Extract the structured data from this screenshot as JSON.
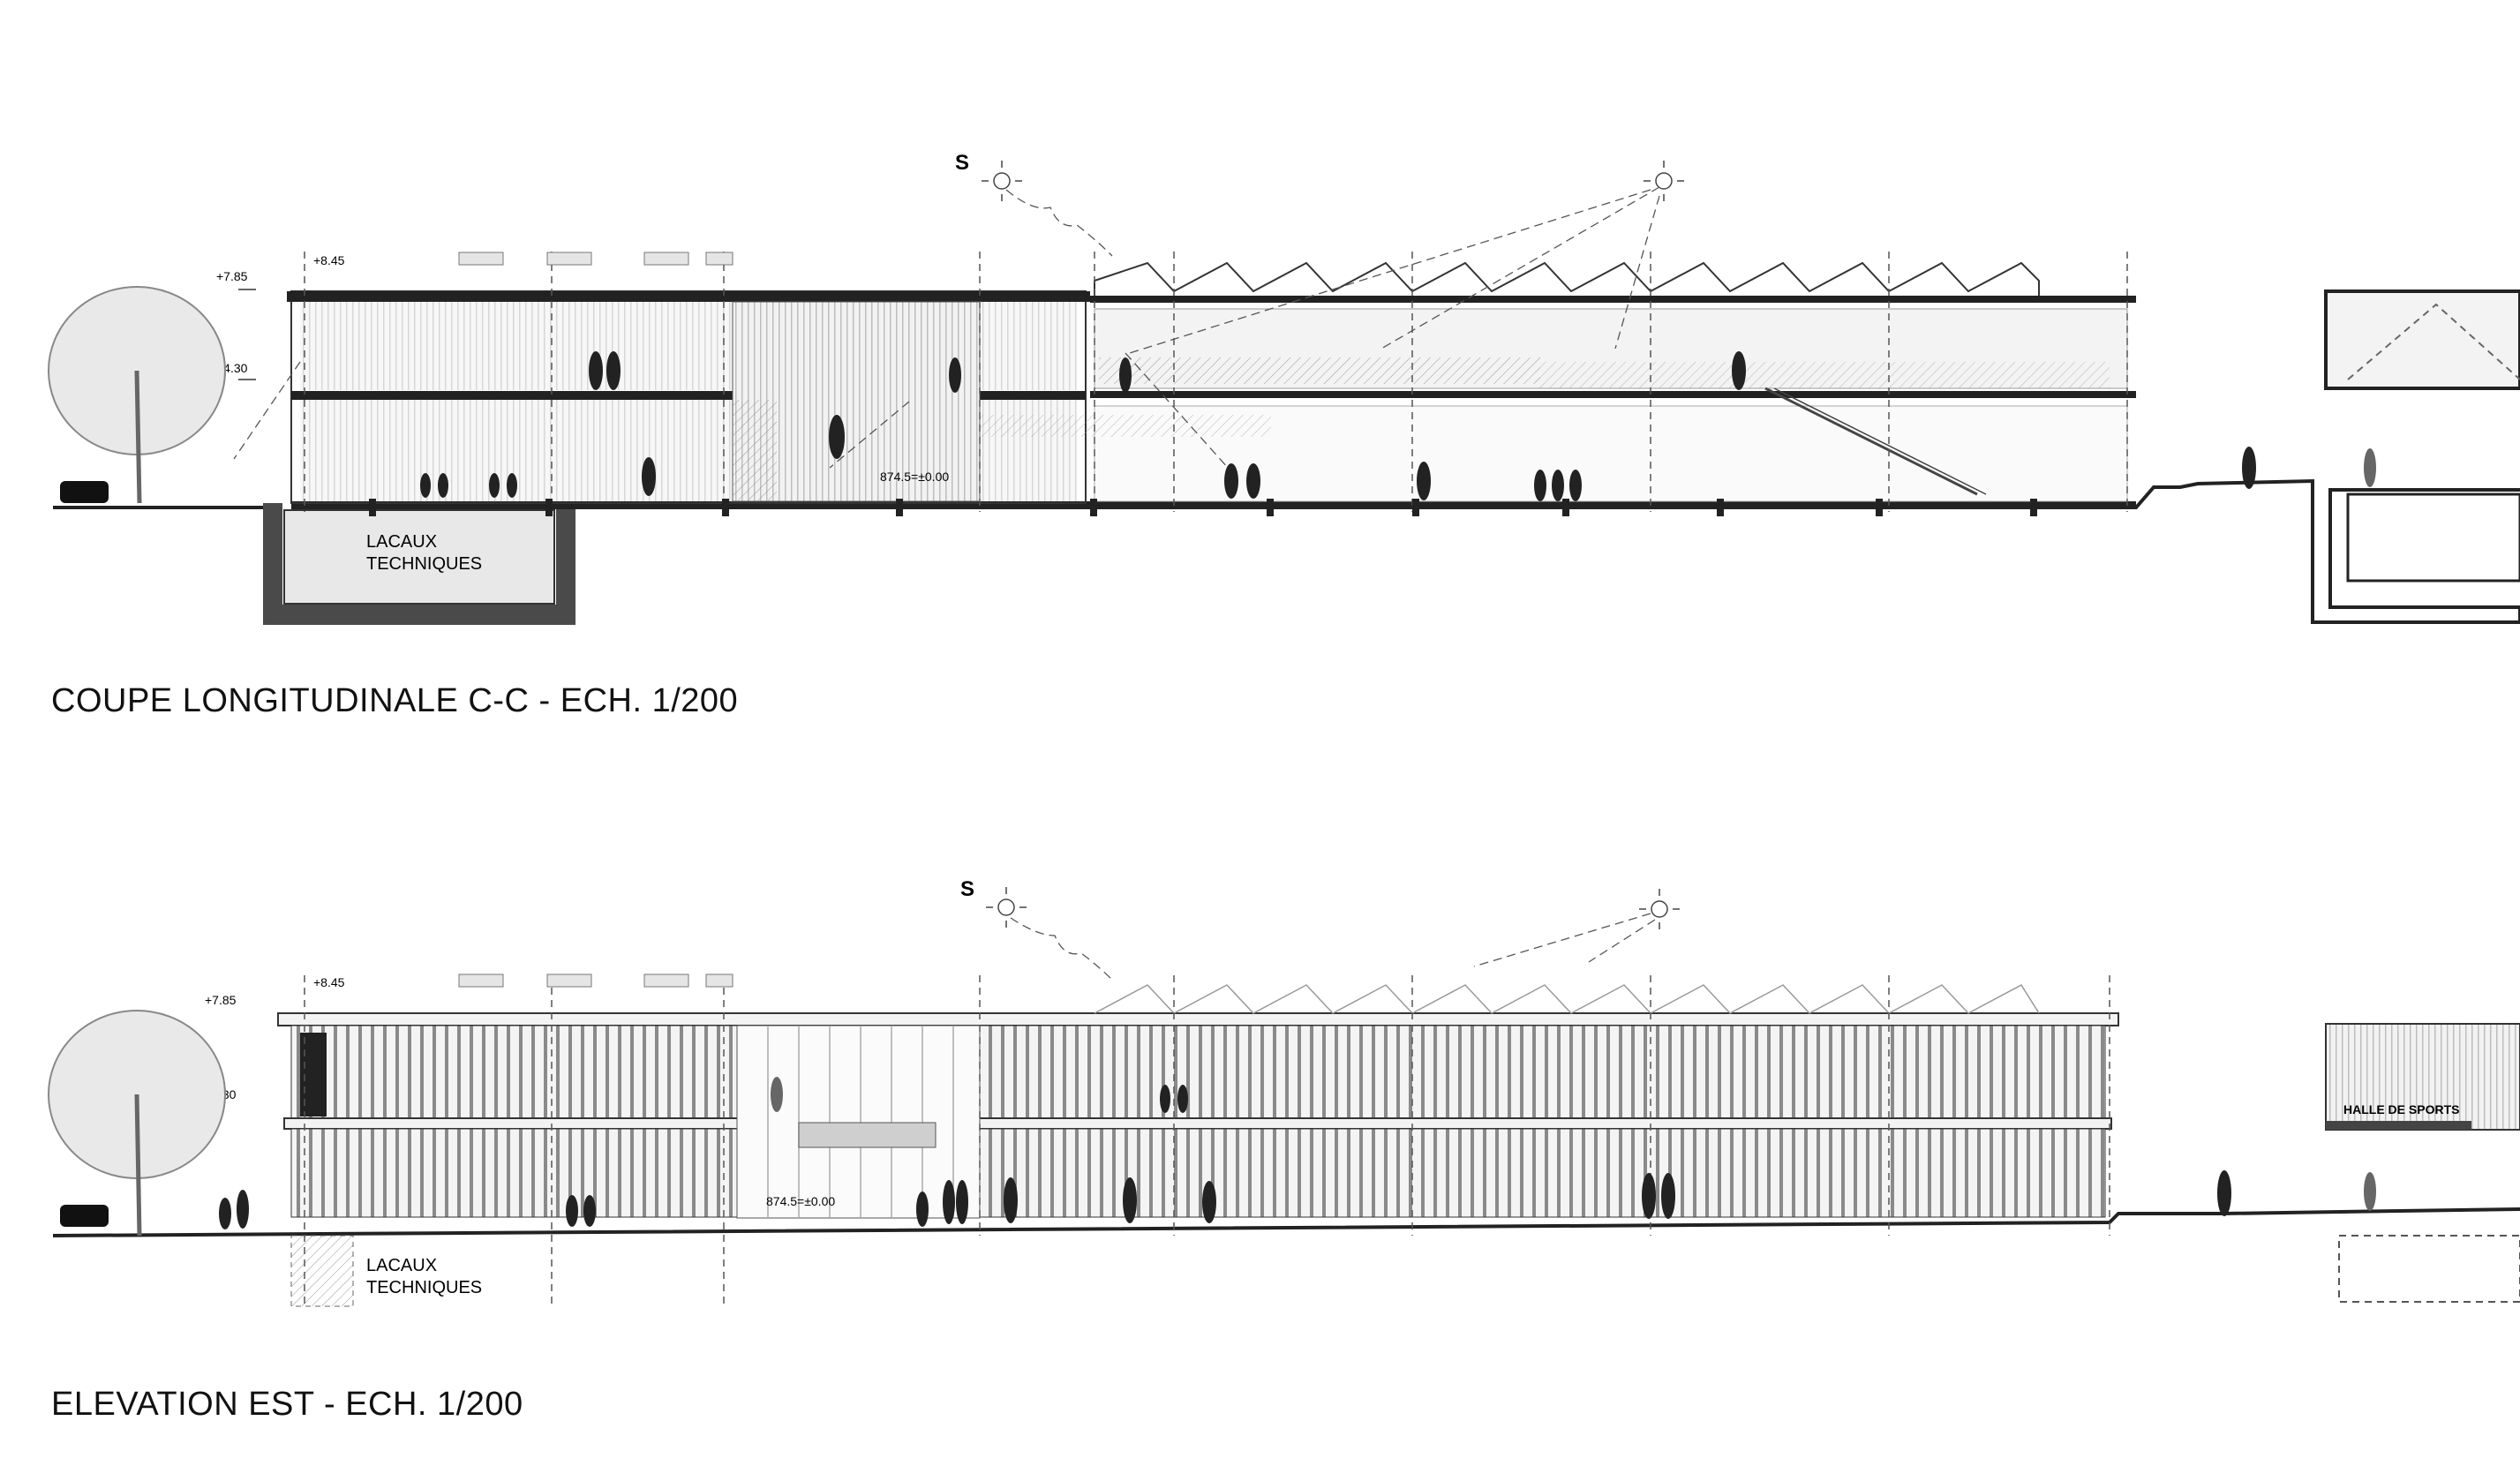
{
  "section": {
    "title": "COUPE LONGITUDINALE C-C - ECH. 1/200",
    "levels": {
      "roof": "+8.45",
      "top": "+7.85",
      "mid": "+4.30",
      "ground": "874.5=±0.00"
    },
    "room_label_line1": "LACAUX",
    "room_label_line2": "TECHNIQUES",
    "sun_label": "S"
  },
  "elevation": {
    "title": "ELEVATION EST - ECH. 1/200",
    "levels": {
      "roof": "+8.45",
      "top": "+7.85",
      "mid": "+4.30",
      "ground": "874.5=±0.00"
    },
    "room_label_line1": "LACAUX",
    "room_label_line2": "TECHNIQUES",
    "sun_label": "S",
    "sports_hall_label": "HALLE DE SPORTS"
  },
  "colors": {
    "ink": "#111111",
    "cut": "#4a4a4a",
    "glass": "#e6e6e6",
    "line": "#666666"
  }
}
